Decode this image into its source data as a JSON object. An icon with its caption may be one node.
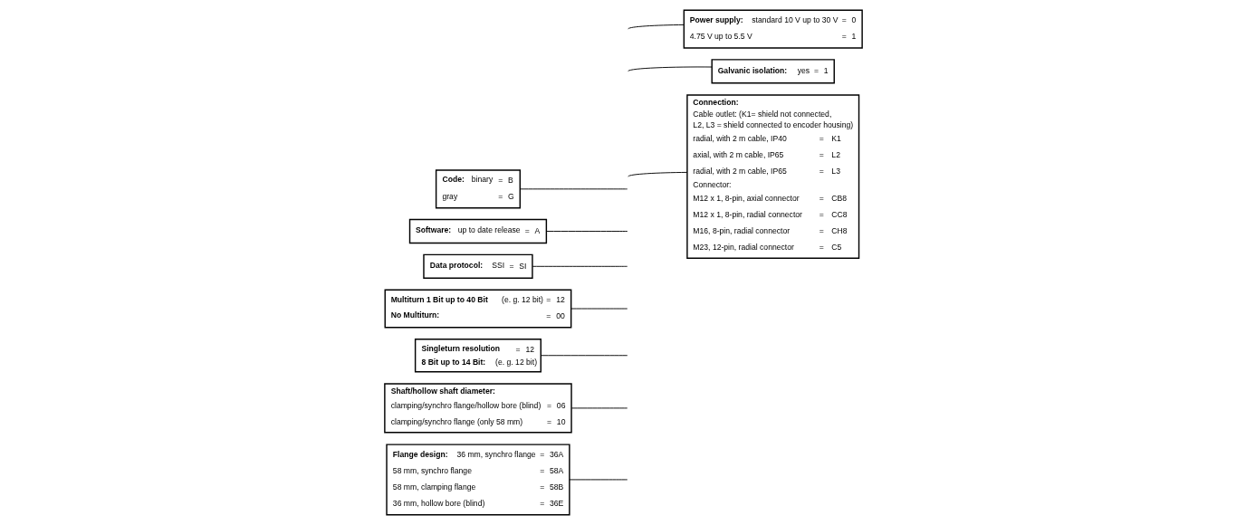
{
  "diagram": {
    "nodes": [
      {
        "text": [
          "**Code:** binary = B",
          "gray = G"
        ]
      },
      {
        "text": [
          "**Software:** up to date release = A"
        ]
      },
      {
        "text": [
          "**Data protocol:** SSI = SI"
        ]
      },
      {
        "text": [
          "**Multiturn 1 Bit up to 40 Bit** (e. g. 12 bit) = 12",
          "**No Multiturn:** = 00"
        ]
      },
      {
        "text": [
          "**Singleturn resolution** = 12",
          "**8 Bit up to 14 Bit:** (e. g. 12 bit)"
        ]
      },
      {
        "text": [
          "**Shaft/hollow shaft diameter:**",
          "clamping/synchro flange/hollow bore (blind) = 06",
          "clamping/synchro flange (only 58 mm) = 10"
        ]
      },
      {
        "text": [
          "**Flange design:** 36 mm, synchro flange = 36A",
          "58 mm, synchro flange = 58A",
          "58 mm, clamping flange = 58B",
          "36 mm, hollow bore (blind) = 36E"
        ]
      },
      {
        "text": [
          "**Power supply:** standard 10 V up to 30 V = 0",
          "4.75 V up to 5.5 V = 1"
        ]
      },
      {
        "text": [
          "**Galvanic isolation:** yes = 1"
        ]
      },
      {
        "text": [
          "**Connection:**",
          "Cable outlet: (K1= shield not connected,",
          "L2, L3 = shield connected to encoder housing)",
          "radial, with 2 m cable, IP40 = K1",
          "axial, with 2 m cable, IP65 = L2",
          "radial, with 2 m cable, IP65 = L3",
          "Connector:",
          "M12 x 1, 8-pin, axial connector = CB8",
          "M12 x 1, 8-pin, radial connector = CC8",
          "M16, 8-pin, radial connector = CH8",
          "M23, 12-pin, radial connector = C5"
        ]
      }
    ],
    "edges": [
      {
        "from": 0,
        "to": null,
        "arrow": "none"
      },
      {
        "from": 1,
        "to": null,
        "arrow": "none"
      },
      {
        "from": 2,
        "to": null,
        "arrow": "none"
      },
      {
        "from": 3,
        "to": null,
        "arrow": "none"
      },
      {
        "from": 4,
        "to": null,
        "arrow": "none"
      },
      {
        "from": 5,
        "to": null,
        "arrow": "none"
      },
      {
        "from": 6,
        "to": null,
        "arrow": "none"
      },
      {
        "from": 7,
        "to": null,
        "arrow": "none"
      },
      {
        "from": 8,
        "to": null,
        "arrow": "none"
      },
      {
        "from": 9,
        "to": null,
        "arrow": "none"
      }
    ]
  }
}
